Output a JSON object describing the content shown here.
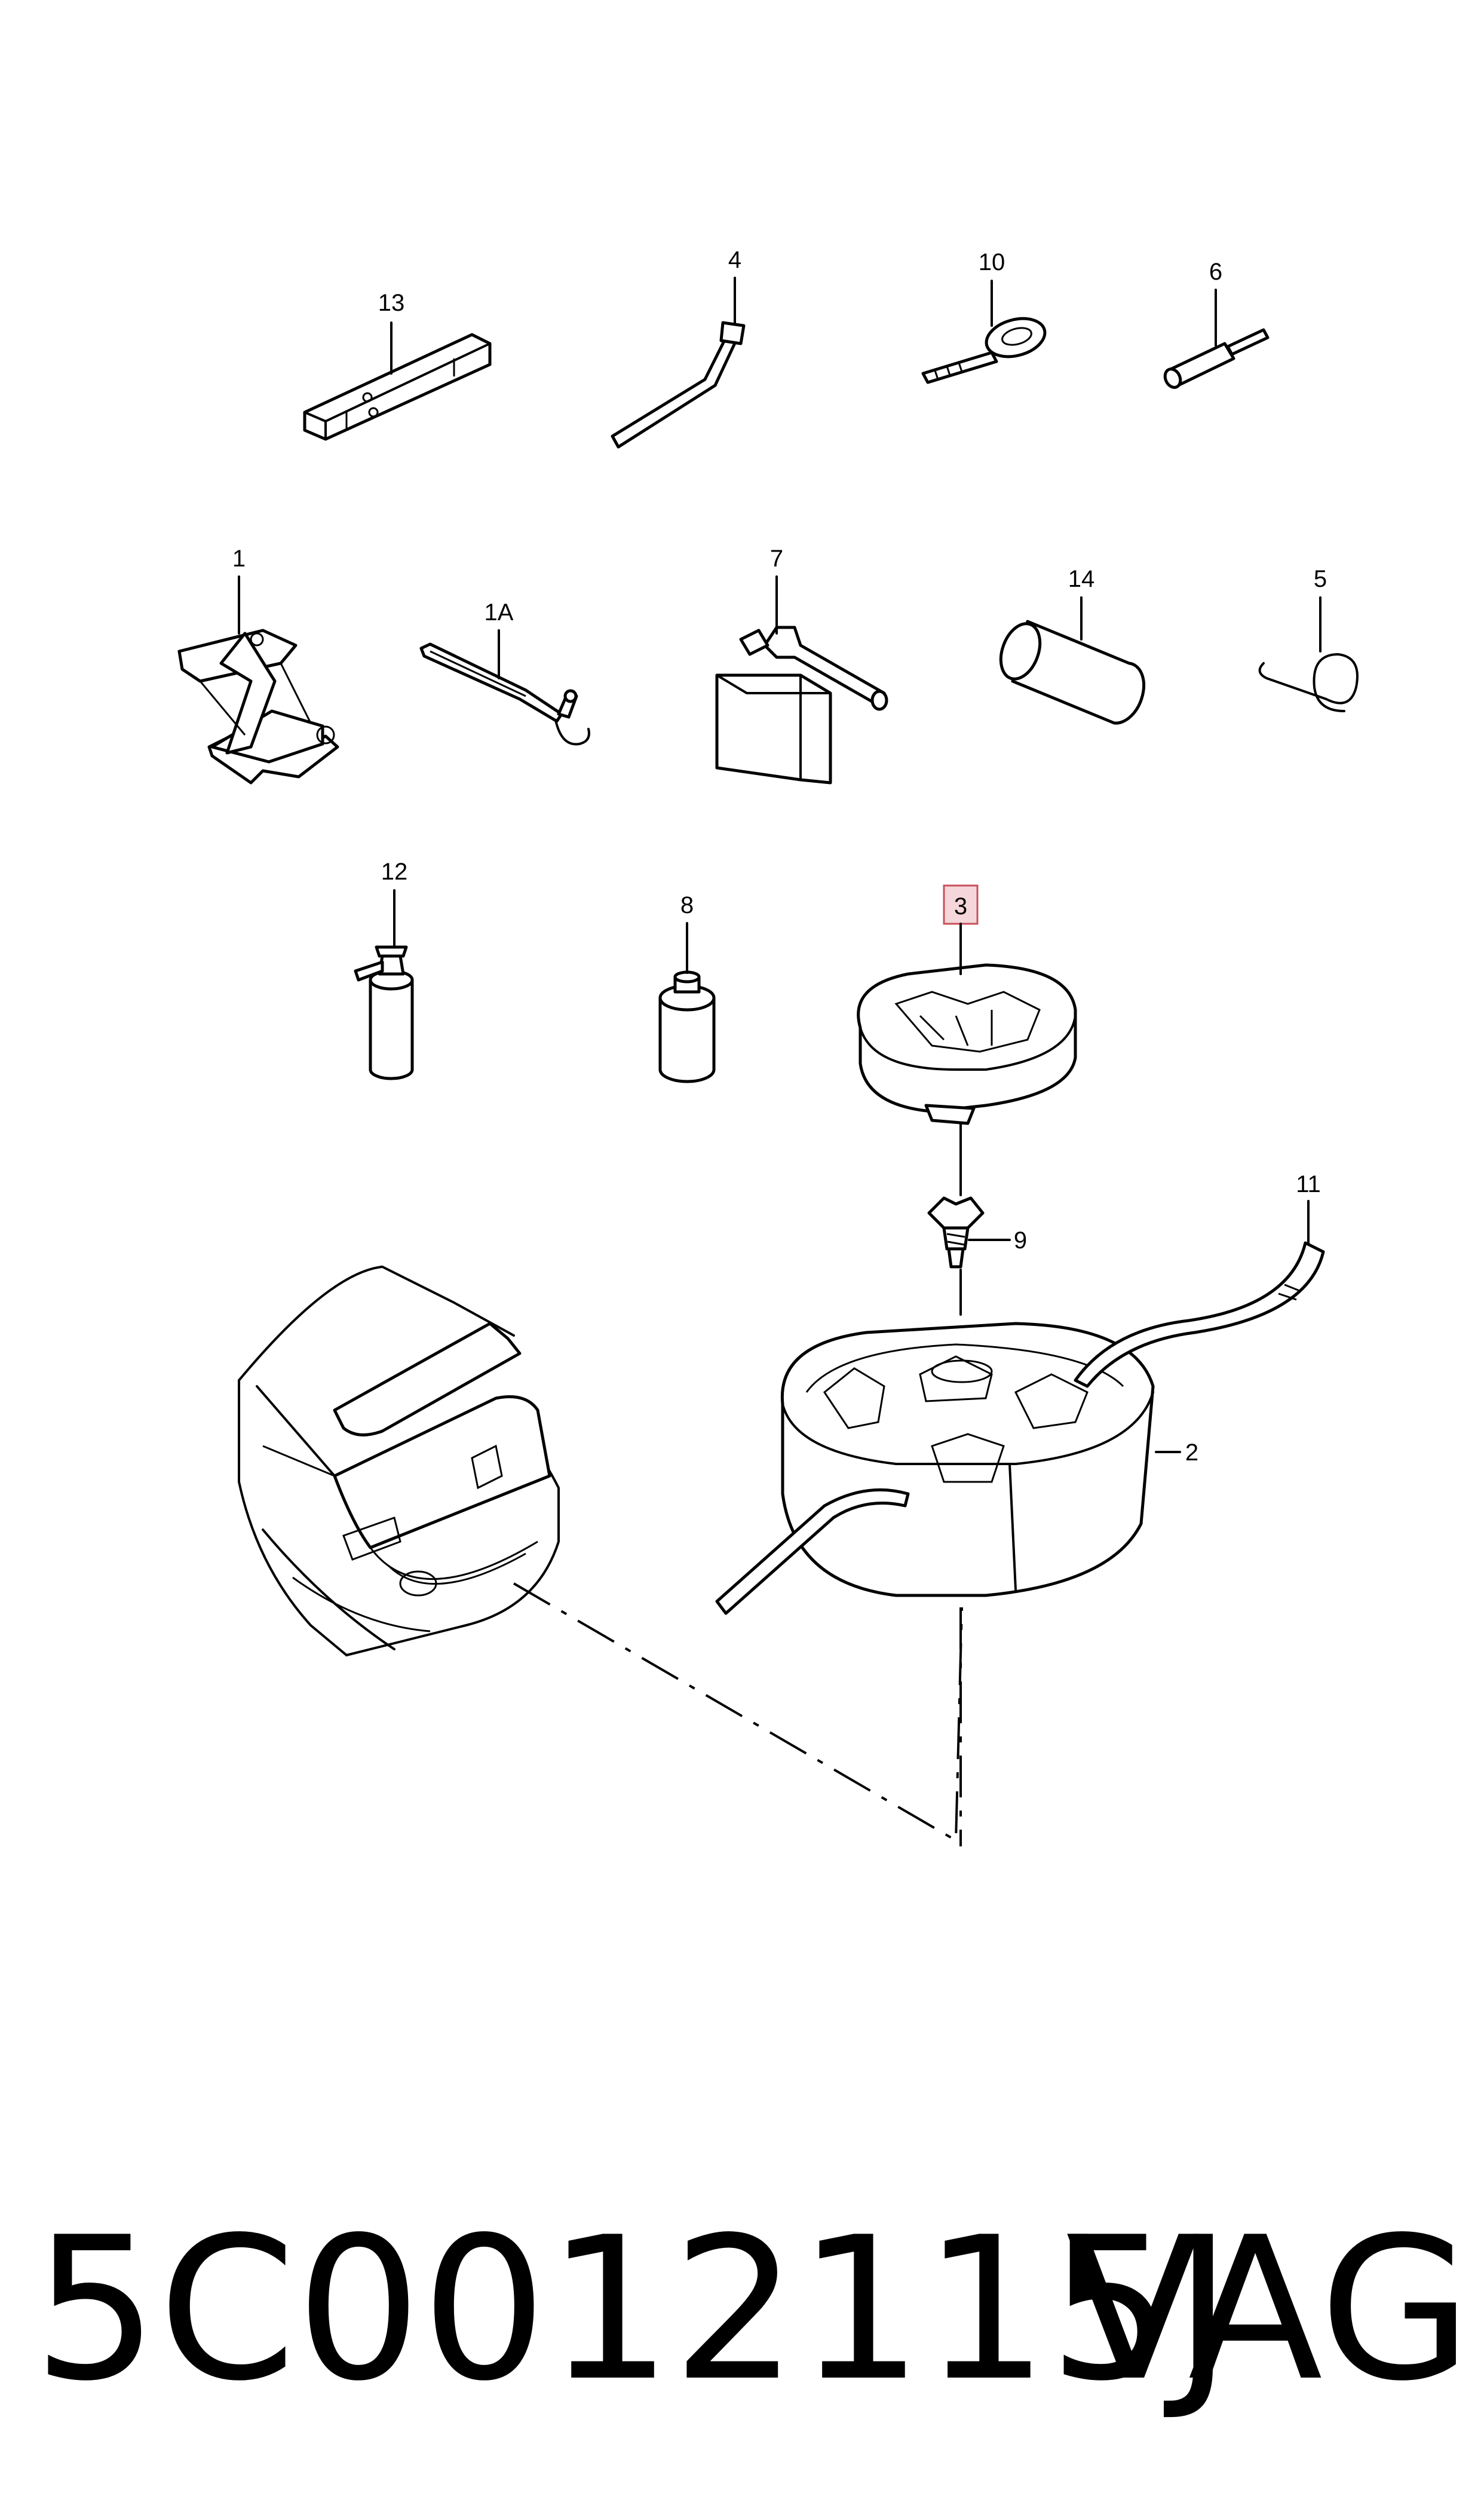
{
  "callouts": {
    "c13": "13",
    "c4": "4",
    "c10": "10",
    "c6": "6",
    "c1": "1",
    "c1A": "1A",
    "c7": "7",
    "c14": "14",
    "c5": "5",
    "c12": "12",
    "c8": "8",
    "c3": "3",
    "c9": "9",
    "c11": "11",
    "c2": "2"
  },
  "highlight_color": "#f5d6da",
  "highlight_border": "#c8505c",
  "footer": {
    "part_number": "5C0012115J",
    "brand": "VAG"
  }
}
